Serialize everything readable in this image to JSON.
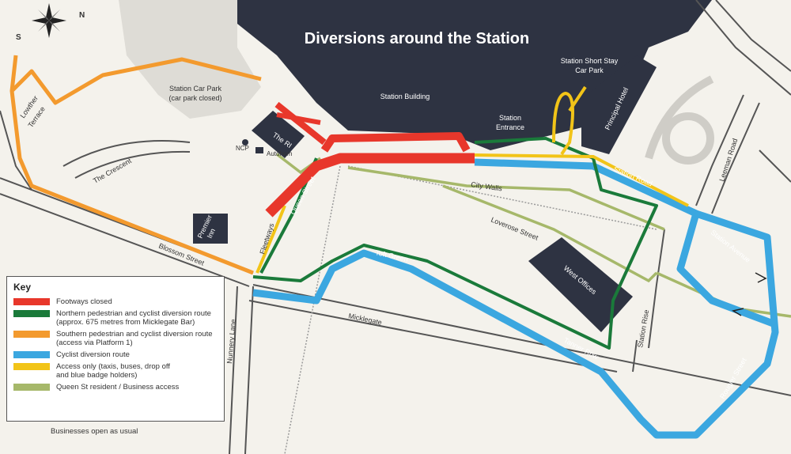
{
  "map": {
    "title": "Diversions around the Station",
    "compass": {
      "south": "S",
      "north": "N"
    },
    "places": {
      "station_car_park": "Station Car Park",
      "car_park_closed": "(car park closed)",
      "station_building": "Station Building",
      "station_short_stay_1": "Station Short Stay",
      "station_short_stay_2": "Car Park",
      "station_entrance_1": "Station",
      "station_entrance_2": "Entrance",
      "principal_hotel": "Principal Hotel",
      "the_ri": "The RI",
      "ncp": "NCP",
      "autohorn": "Autohorn",
      "premier_inn_1": "Premier",
      "premier_inn_2": "Inn",
      "west_offices": "West Offices",
      "lowther_terrace_1": "Lowther",
      "lowther_terrace_2": "Terrace"
    },
    "streets": {
      "the_crescent": "The Crescent",
      "blossom_street": "Blossom Street",
      "queen_street": "Queen Street",
      "fleetways": "Fleetways",
      "city_walls": "City Walls",
      "loverose_street": "Loverose Street",
      "toft_green": "Toft Green",
      "micklegate": "Micklegate",
      "nunnery_lane": "Nunnery Lane",
      "station_road": "Station Road",
      "leeman_road": "Leeman Road",
      "station_avenue": "Station Avenue",
      "station_rise": "Station Rise",
      "tanner_row": "Tanner Row",
      "rougier_street": "Rougier Street"
    },
    "colors": {
      "background": "#f4f2ec",
      "building": "#2e3342",
      "road_outline": "#555555",
      "footways_closed": "#e8372b",
      "northern_route": "#1a7a3a",
      "southern_route": "#f39a2e",
      "cyclist_route": "#3ba7e0",
      "access_only": "#f2c418",
      "resident_access": "#a6b86a"
    }
  },
  "key": {
    "title": "Key",
    "items": [
      {
        "label": "Footways closed",
        "color": "#e8372b"
      },
      {
        "label": "Northern pedestrian and cyclist diversion route\n(approx. 675 metres from Micklegate Bar)",
        "color": "#1a7a3a"
      },
      {
        "label": "Southern pedestrian and cyclist diversion route\n(access via Platform 1)",
        "color": "#f39a2e"
      },
      {
        "label": "Cyclist diversion route",
        "color": "#3ba7e0"
      },
      {
        "label": "Access only (taxis, buses, drop off\nand blue badge holders)",
        "color": "#f2c418"
      },
      {
        "label": "Queen St resident / Business access",
        "color": "#a6b86a"
      }
    ]
  },
  "footnote": "Businesses open as usual"
}
